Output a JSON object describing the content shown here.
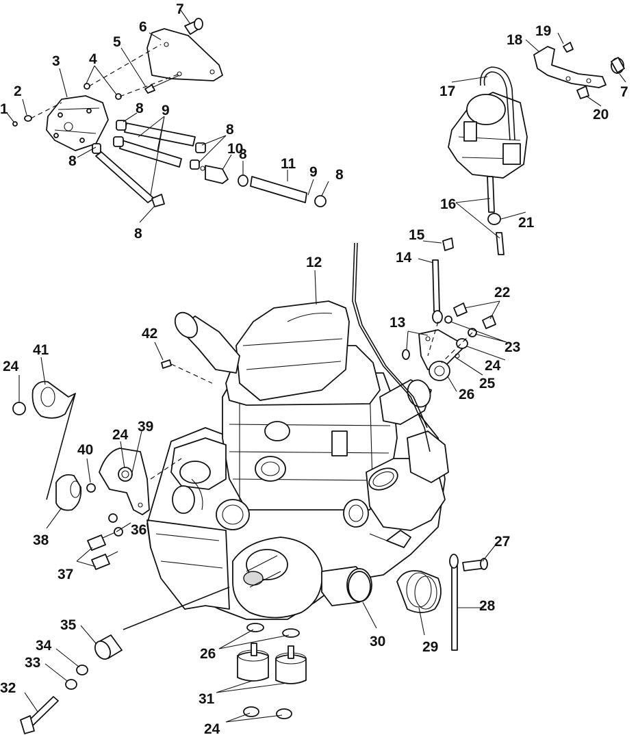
{
  "diagram": {
    "callouts": {
      "c1": "1",
      "c2": "2",
      "c3": "3",
      "c4": "4",
      "c5": "5",
      "c6": "6",
      "c7a": "7",
      "c7b": "7",
      "c8a": "8",
      "c8b": "8",
      "c8c": "8",
      "c8d": "8",
      "c8e": "8",
      "c8f": "8",
      "c9a": "9",
      "c9b": "9",
      "c10": "10",
      "c11": "11",
      "c12": "12",
      "c13": "13",
      "c14": "14",
      "c15": "15",
      "c16": "16",
      "c17": "17",
      "c18": "18",
      "c19": "19",
      "c20": "20",
      "c21": "21",
      "c22": "22",
      "c23": "23",
      "c24a": "24",
      "c24b": "24",
      "c24c": "24",
      "c24d": "24",
      "c25": "25",
      "c26a": "26",
      "c26b": "26",
      "c27": "27",
      "c28": "28",
      "c29": "29",
      "c30": "30",
      "c31": "31",
      "c32": "32",
      "c33": "33",
      "c34": "34",
      "c35": "35",
      "c36": "36",
      "c37": "37",
      "c38": "38",
      "c39": "39",
      "c40": "40",
      "c41": "41",
      "c42": "42"
    }
  }
}
